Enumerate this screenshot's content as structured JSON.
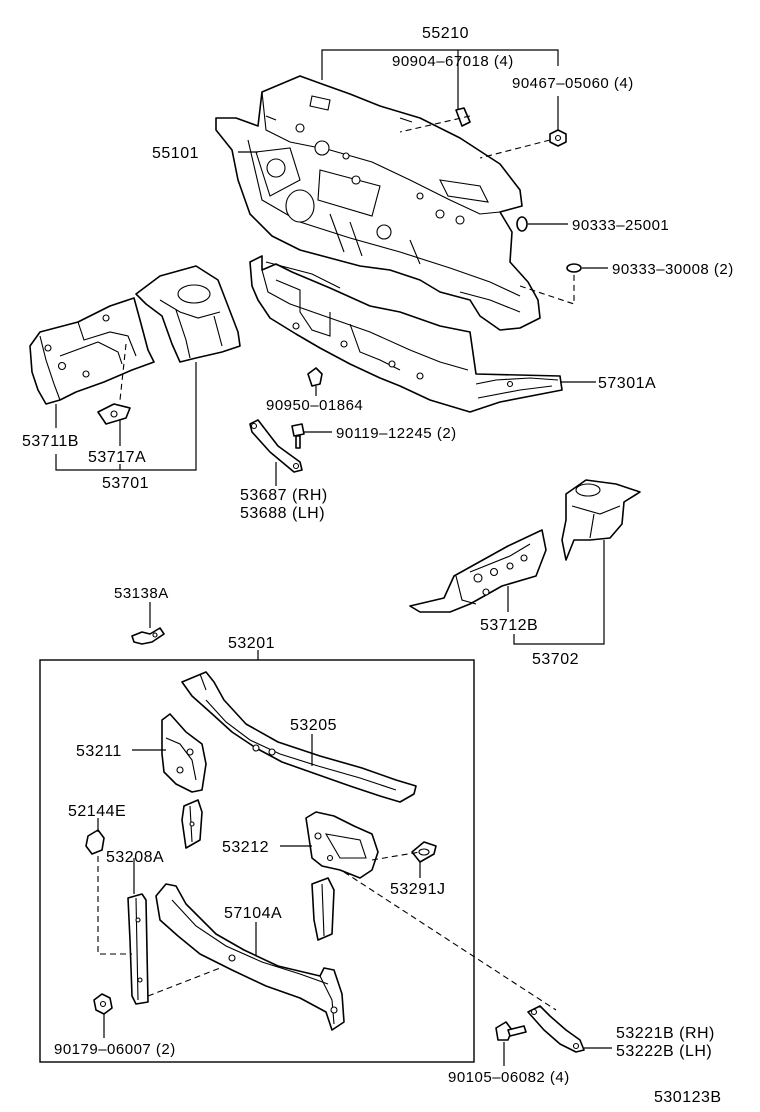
{
  "diagram": {
    "figure_code": "530123B",
    "callouts": [
      {
        "id": "55210",
        "text": "55210"
      },
      {
        "id": "90904-67018",
        "text": "90904–67018 (4)"
      },
      {
        "id": "90467-05060",
        "text": "90467–05060 (4)"
      },
      {
        "id": "55101",
        "text": "55101"
      },
      {
        "id": "90333-25001",
        "text": "90333–25001"
      },
      {
        "id": "90333-30008",
        "text": "90333–30008 (2)"
      },
      {
        "id": "57301A",
        "text": "57301A"
      },
      {
        "id": "90950-01864",
        "text": "90950–01864"
      },
      {
        "id": "90119-12245",
        "text": "90119–12245 (2)"
      },
      {
        "id": "53711B",
        "text": "53711B"
      },
      {
        "id": "53717A",
        "text": "53717A"
      },
      {
        "id": "53701",
        "text": "53701"
      },
      {
        "id": "53687",
        "text": "53687 (RH)"
      },
      {
        "id": "53688",
        "text": "53688 (LH)"
      },
      {
        "id": "53138A",
        "text": "53138A"
      },
      {
        "id": "53712B",
        "text": "53712B"
      },
      {
        "id": "53702",
        "text": "53702"
      },
      {
        "id": "53201",
        "text": "53201"
      },
      {
        "id": "53205",
        "text": "53205"
      },
      {
        "id": "53211",
        "text": "53211"
      },
      {
        "id": "52144E",
        "text": "52144E"
      },
      {
        "id": "53212",
        "text": "53212"
      },
      {
        "id": "53208A",
        "text": "53208A"
      },
      {
        "id": "53291J",
        "text": "53291J"
      },
      {
        "id": "57104A",
        "text": "57104A"
      },
      {
        "id": "90179-06007",
        "text": "90179–06007 (2)"
      },
      {
        "id": "53221B",
        "text": "53221B (RH)"
      },
      {
        "id": "53222B",
        "text": "53222B (LH)"
      },
      {
        "id": "90105-06082",
        "text": "90105–06082 (4)"
      }
    ]
  }
}
